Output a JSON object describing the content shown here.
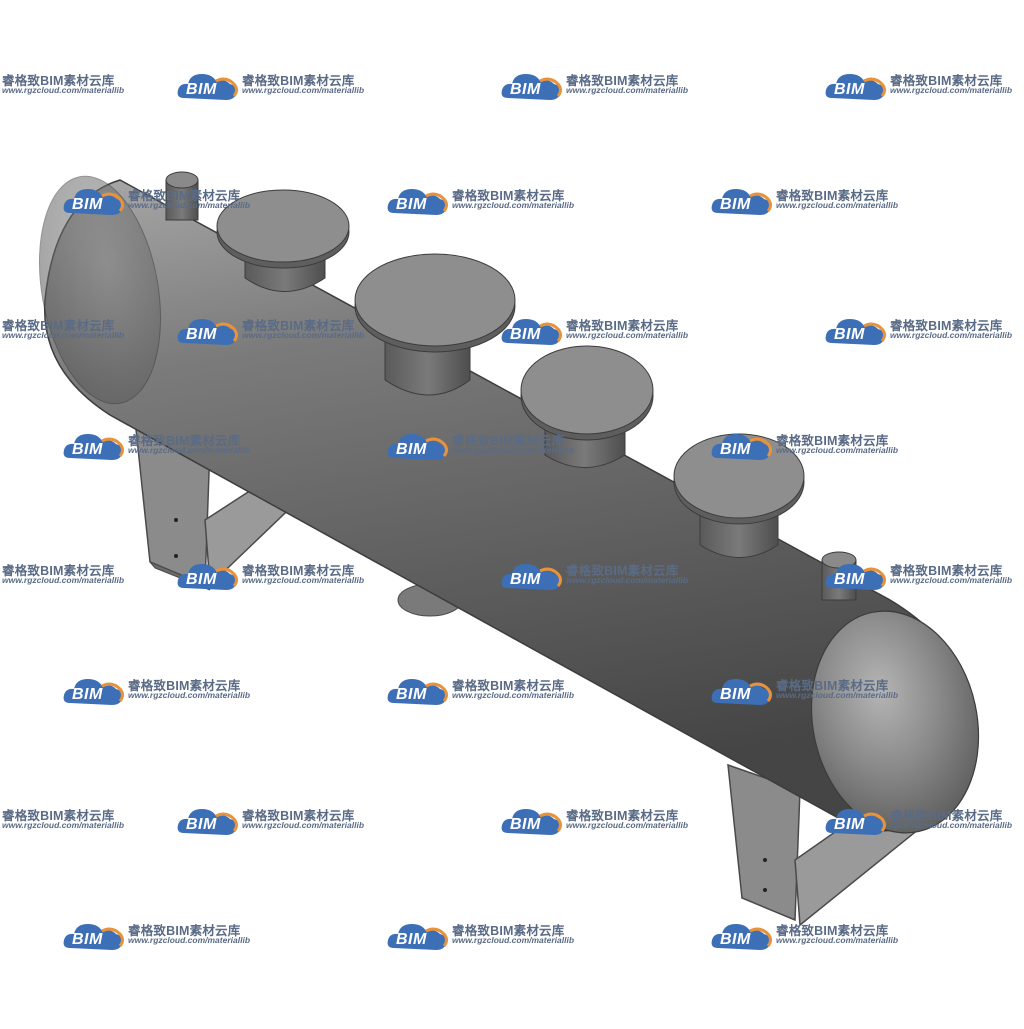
{
  "watermark": {
    "logo_text": "BIM",
    "brand_cn": "睿格致BIM素材云库",
    "url": "www.rgzcloud.com/materiallib"
  },
  "colors": {
    "vessel": "#6b6b6b",
    "vessel_light": "#9a9a9a",
    "vessel_dark": "#3f3f3f",
    "flange_top": "#8a8a8a",
    "support": "#7a7a7a",
    "logo_blue": "#3d6fb6",
    "logo_orange": "#e8923a"
  },
  "model": {
    "object": "horizontal-header-vessel",
    "nozzles": 4,
    "small_ports": 2,
    "saddle_supports": 2
  }
}
